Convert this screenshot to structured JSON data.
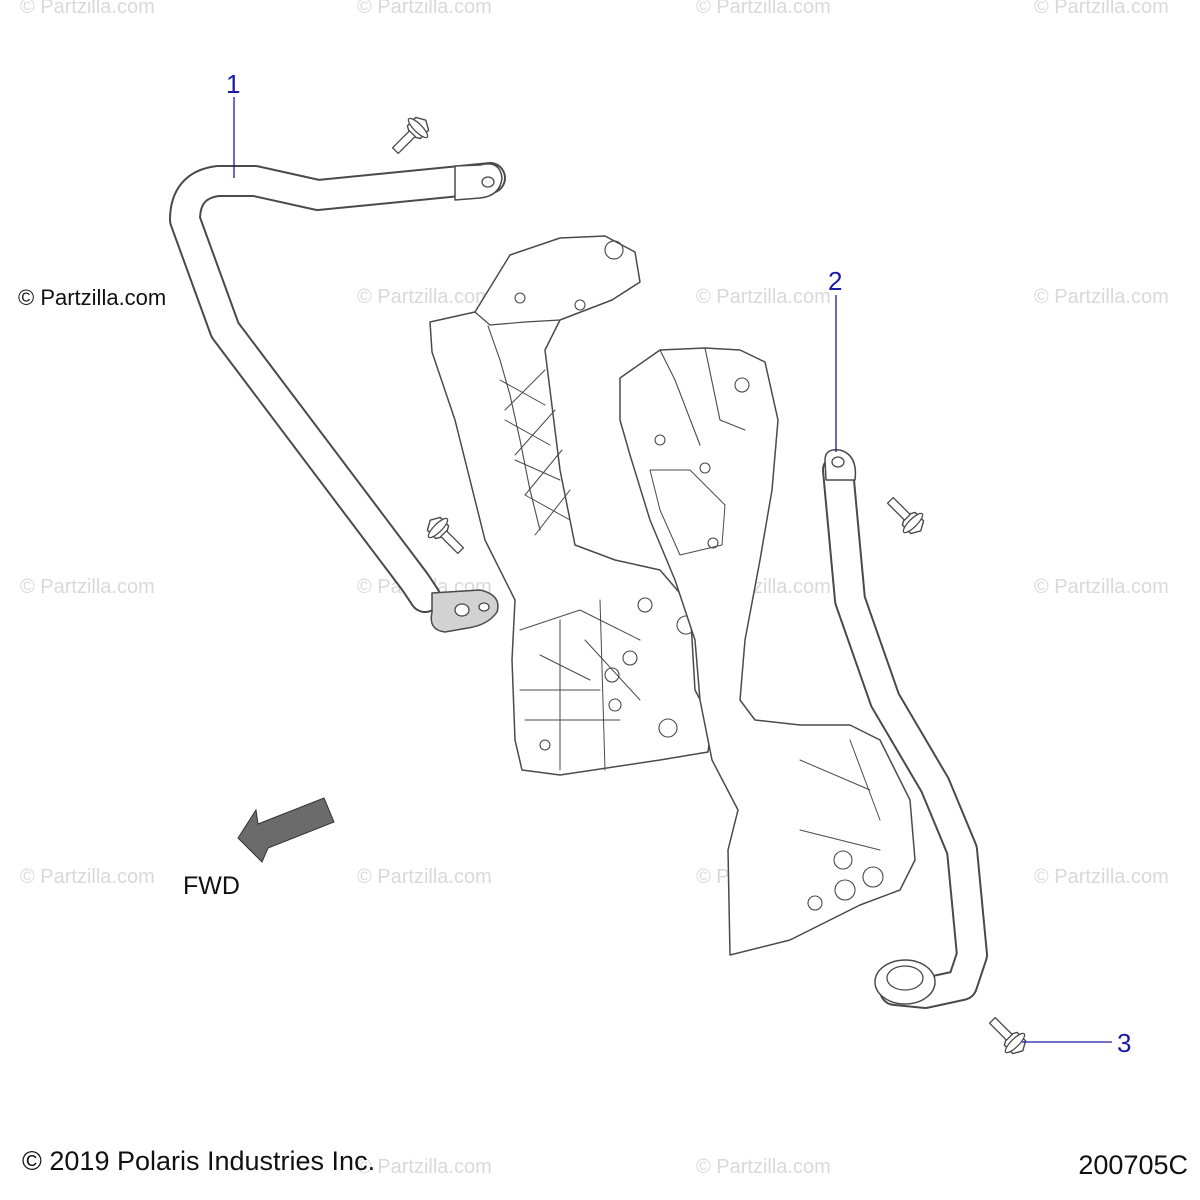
{
  "watermark": "© Partzilla.com",
  "brand_notice": "© Partzilla.com",
  "callouts": [
    {
      "number": "1"
    },
    {
      "number": "2"
    },
    {
      "number": "3"
    }
  ],
  "direction_label": "FWD",
  "copyright": "© 2019 Polaris Industries Inc.",
  "diagram_id": "200705C",
  "colors": {
    "callout": "#1a1aa6",
    "outline": "#4a4a4a",
    "watermark": "#d9d9d9",
    "arrow": "#6b6b6b"
  }
}
